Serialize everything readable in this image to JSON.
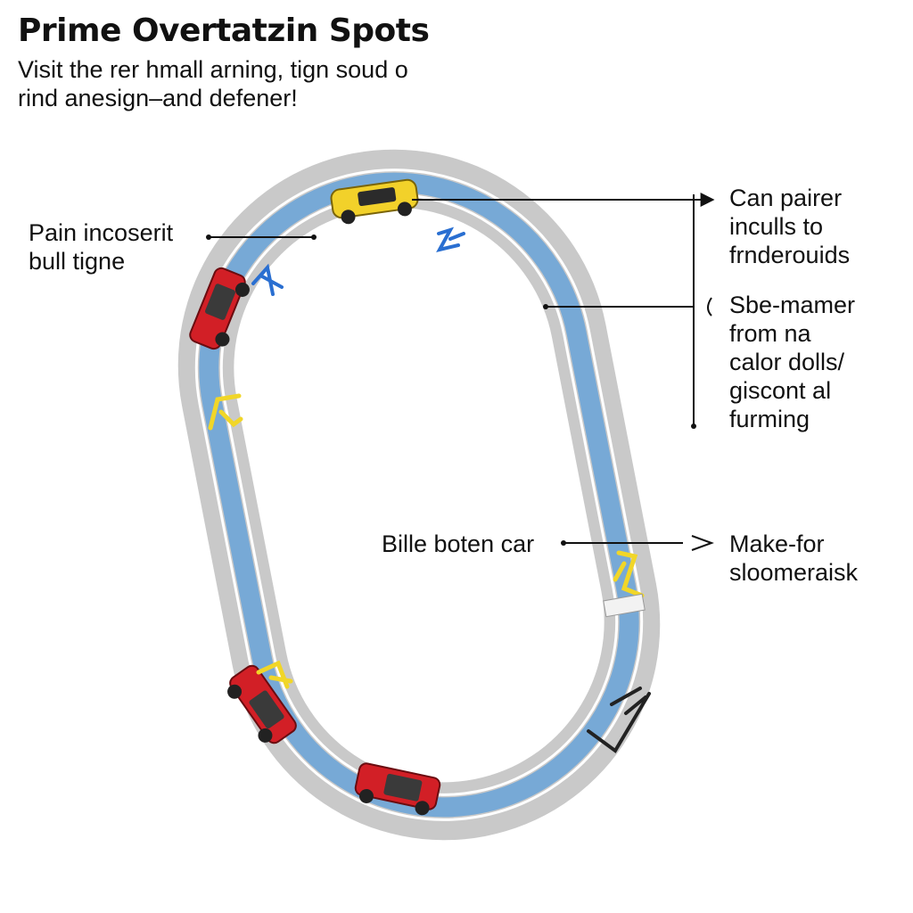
{
  "header": {
    "title": "Prime Overtatzin Spots",
    "subtitle_lines": [
      "Visit the rer hmall arning, tign soud o",
      "rind anesign–and defener!"
    ]
  },
  "callouts": {
    "left_top": [
      "Pain incoserit",
      "bull tigne"
    ],
    "right_top": [
      "Can pairer",
      "inculls to",
      "frnderouids"
    ],
    "right_middle": [
      "Sbe-mamer",
      "from na",
      "calor dolls/",
      "giscont al",
      "furming"
    ],
    "center_mid": [
      "Bille boten car"
    ],
    "right_lower": [
      "Make-for",
      "sloomeraisk"
    ]
  },
  "colors": {
    "track_outer": "#c9c9c9",
    "lane_blue": "#77a9d6",
    "lane_edge": "#ffffff",
    "car_yellow": "#f2d12a",
    "car_red": "#d21f26",
    "marker_blue": "#2a6fd1",
    "marker_yellow": "#f1d628"
  }
}
